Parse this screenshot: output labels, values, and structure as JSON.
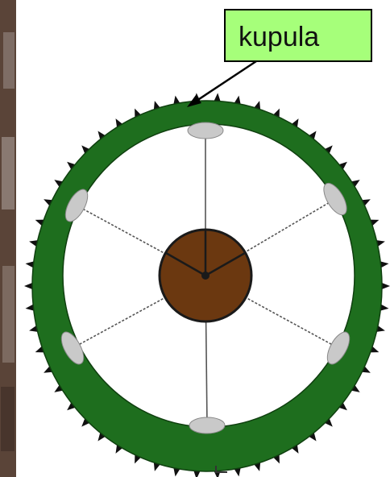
{
  "callout": {
    "label": "kupula"
  },
  "colors": {
    "ring": "#1e6e1e",
    "nucleus": "#6b3810",
    "callout_fill": "#a6ff7a",
    "cupule_fill": "#c9c9c9",
    "photo_edge": "#5a4438"
  },
  "diagram": {
    "spoke_count": 6,
    "cupule_count": 6
  }
}
